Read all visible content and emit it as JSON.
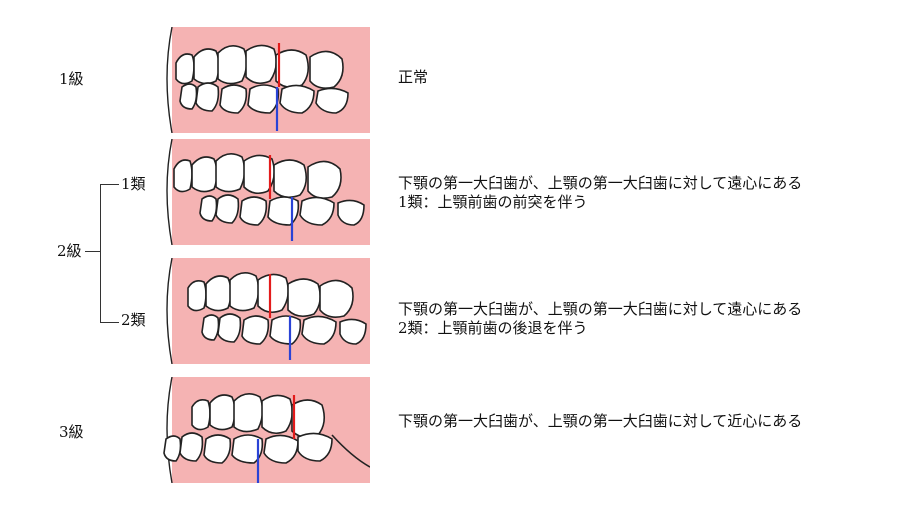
{
  "rows": [
    {
      "grade": "1級",
      "lines": [
        "正常"
      ]
    },
    {
      "grade": "",
      "subtype": "1類",
      "lines": [
        "下顎の第一大臼歯が、上顎の第一大臼歯に対して遠心にある",
        "1類：上顎前歯の前突を伴う"
      ]
    },
    {
      "grade": "",
      "subtype": "2類",
      "lines": [
        "下顎の第一大臼歯が、上顎の第一大臼歯に対して遠心にある",
        "2類：上顎前歯の後退を伴う"
      ]
    },
    {
      "grade": "3級",
      "lines": [
        "下顎の第一大臼歯が、上顎の第一大臼歯に対して近心にある"
      ]
    }
  ],
  "group_label": "2級",
  "colors": {
    "gum": "#f5b3b3",
    "upper_marker": "#e31b1b",
    "lower_marker": "#2a43d6",
    "tooth": "#ffffff",
    "outline": "#222222"
  }
}
